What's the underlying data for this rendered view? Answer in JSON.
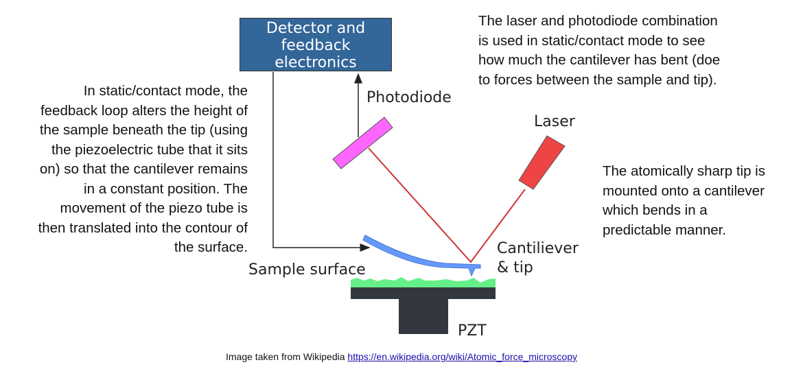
{
  "detector_box": {
    "lines": [
      "Detector and",
      "feedback",
      "electronics"
    ]
  },
  "labels": {
    "photodiode": "Photodiode",
    "laser": "Laser",
    "cantilever": "Cantiliever",
    "tip": "& tip",
    "sample_surface": "Sample surface",
    "pzt": "PZT"
  },
  "notes": {
    "left": "In static/contact mode, the\nfeedback loop alters the height of\nthe sample beneath the tip (using\nthe piezoelectric tube that it sits\non) so that the cantilever remains\nin a constant position. The\nmovement of the piezo tube is\nthen translated into the contour of\nthe surface.",
    "top_right": "The laser and photodiode combination\nis used in static/contact mode to see\nhow much the cantilever has bent (doe\nto forces between the sample and tip).",
    "right": "The atomically sharp tip is\nmounted onto a cantilever\nwhich bends in a\npredictable manner."
  },
  "footer": {
    "text": "Image taken from Wikipedia ",
    "link": "https://en.wikipedia.org/wiki/Atomic_force_microscopy"
  },
  "colors": {
    "box": "#336699",
    "photodiode": "#ff66ff",
    "laser": "#ee4444",
    "beam": "#cc3333",
    "cantilever": "#6699ff",
    "sample": "#66ee88",
    "stage": "#333840"
  }
}
